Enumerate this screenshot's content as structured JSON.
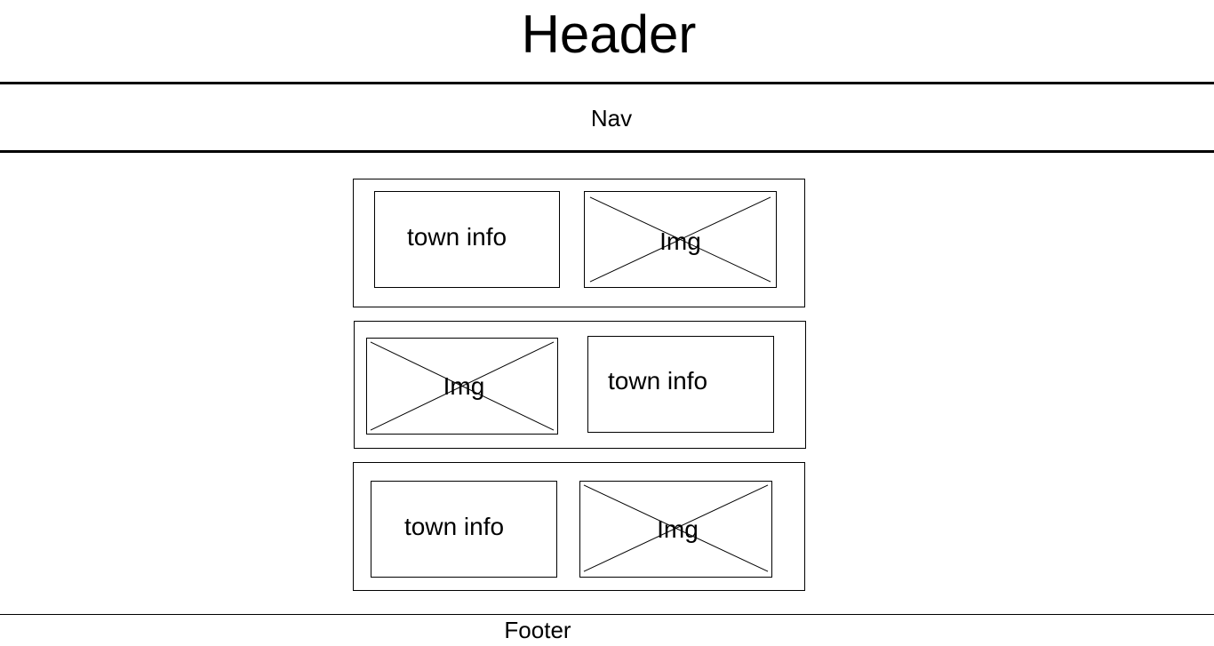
{
  "header": {
    "title": "Header"
  },
  "nav": {
    "label": "Nav"
  },
  "rows": [
    {
      "info_text": "town info",
      "img_text": "Img"
    },
    {
      "info_text": "town info",
      "img_text": "Img"
    },
    {
      "info_text": "town info",
      "img_text": "Img"
    }
  ],
  "footer": {
    "label": "Footer"
  }
}
